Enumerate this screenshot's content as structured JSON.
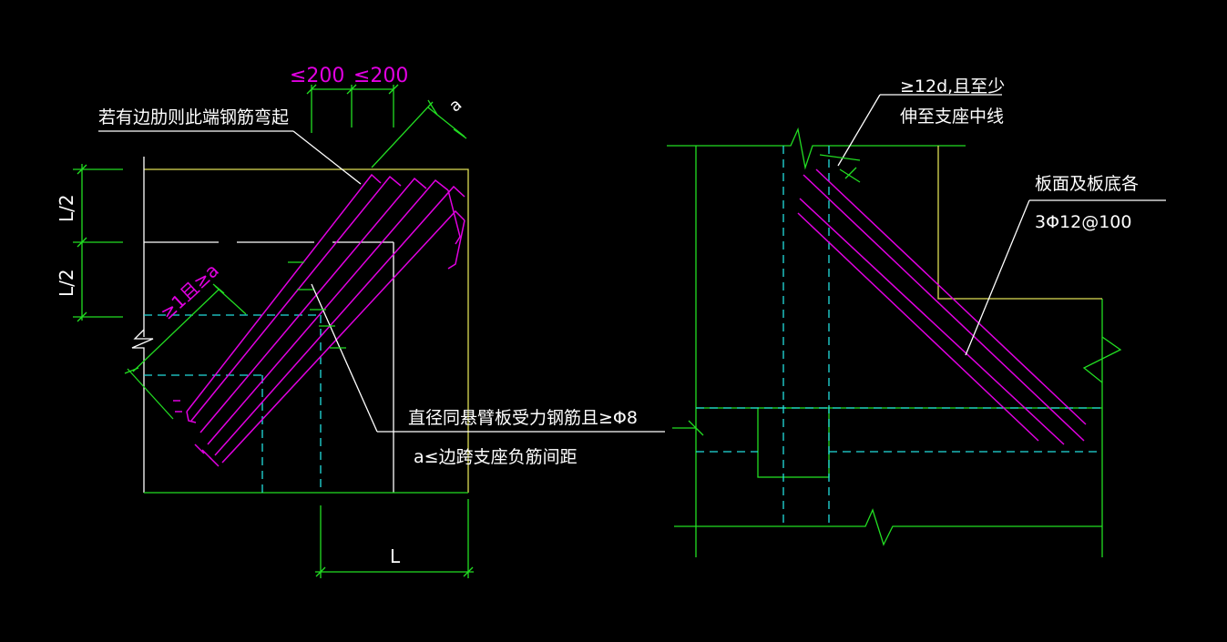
{
  "colors": {
    "background": "#000000",
    "green": "#22dd22",
    "yellow": "#dede55",
    "magenta": "#e100e1",
    "cyan": "#22dddd",
    "white": "#ffffff"
  },
  "left_detail": {
    "note_bent_bars": "若有边肋则此端钢筋弯起",
    "dim_spacing_1": "≤200",
    "dim_spacing_2": "≤200",
    "dim_a_top": "a",
    "dim_half_upper": "L/2",
    "dim_half_lower": "L/2",
    "dim_min_a": "≥1且≥a",
    "dim_L": "L",
    "note_bar_diameter": "直径同悬臂板受力钢筋且≥Φ8",
    "note_a_limit": "a≤边跨支座负筋间距"
  },
  "right_detail": {
    "note_anchor_line1": "≥12d,且至少",
    "note_anchor_line2": "伸至支座中线",
    "note_bars_line1": "板面及板底各",
    "note_bars_line2": "3Φ12@100"
  }
}
